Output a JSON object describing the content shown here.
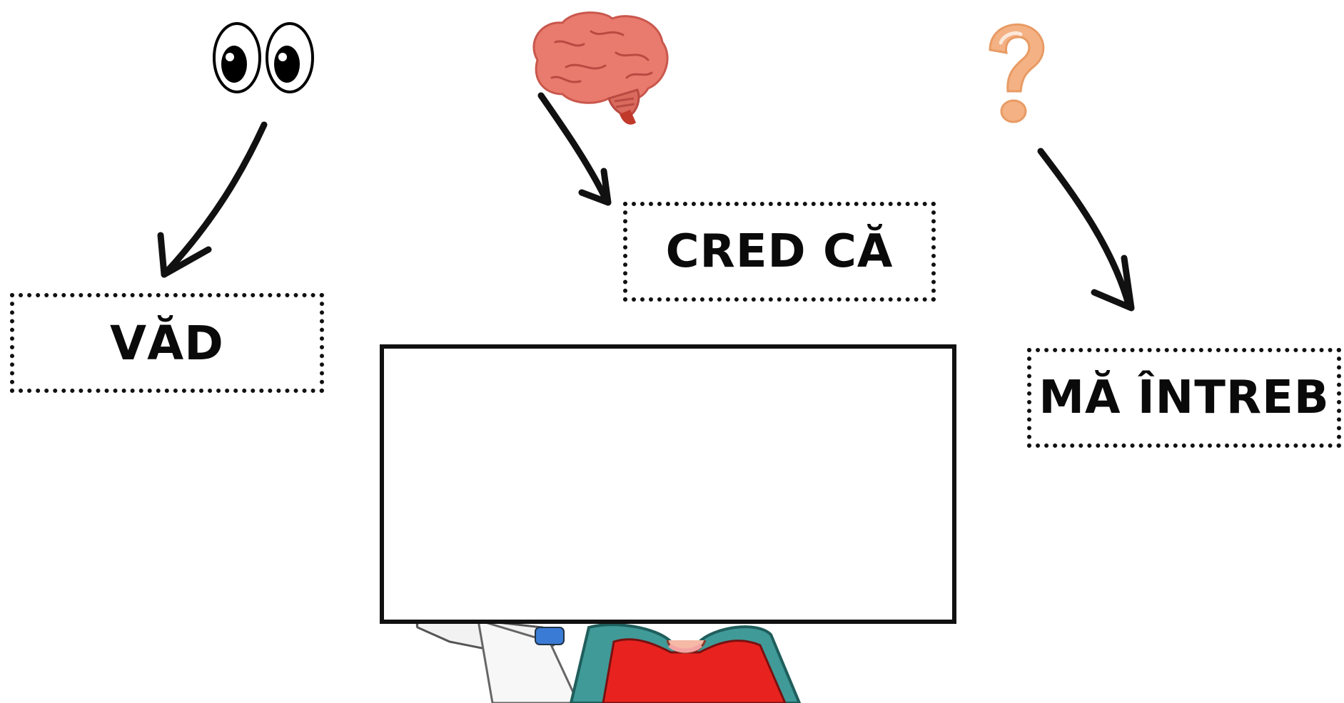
{
  "labels": {
    "see": "VĂD",
    "think": "CRED CĂ",
    "wonder": "MĂ ÎNTREB"
  },
  "icons": {
    "see": "eyes-icon",
    "think": "brain-icon",
    "wonder": "question-mark-icon"
  },
  "colors": {
    "brain": "#e97a6e",
    "question_mark": "#f4b183",
    "shirt": "#e8231f",
    "hood": "#3f9a98",
    "outline": "#111111"
  }
}
